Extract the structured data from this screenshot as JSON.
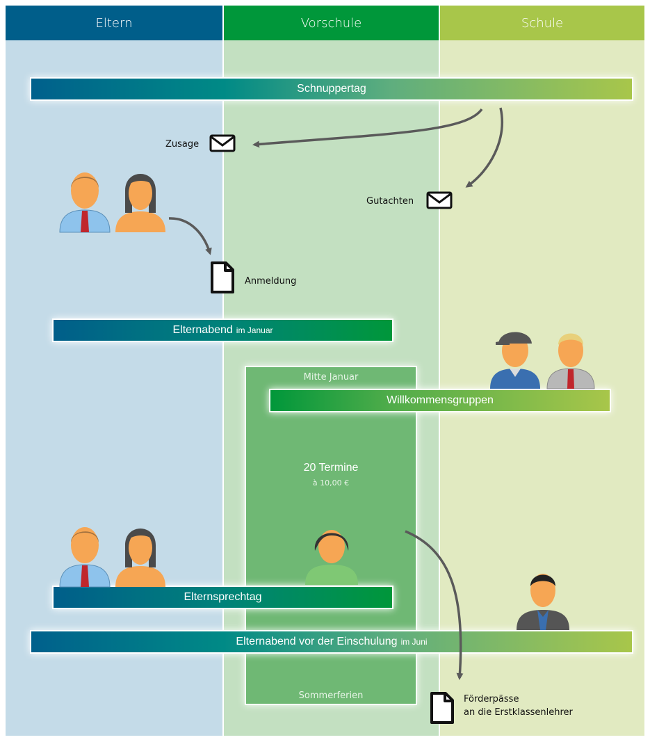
{
  "columns": {
    "eltern": "Eltern",
    "vorschule": "Vorschule",
    "schule": "Schule"
  },
  "bars": {
    "schnuppertag": "Schnuppertag",
    "elternabend": "Elternabend",
    "elternabend_suffix": "im Januar",
    "willkommensgruppen": "Willkommensgruppen",
    "elternsprechtag": "Elternsprechtag",
    "elternabend_einschulung": "Elternabend vor der Einschulung",
    "elternabend_einschulung_suffix": "im Juni"
  },
  "labels": {
    "zusage": "Zusage",
    "gutachten": "Gutachten",
    "anmeldung": "Anmeldung",
    "foerderpaesse": "Förderpässe",
    "foerderpaesse_sub": "an die Erstklassenlehrer"
  },
  "vorschule_box": {
    "top": "Mitte Januar",
    "termine": "20 Termine",
    "preis": "à 10,00 €",
    "bottom": "Sommerferien"
  },
  "colors": {
    "eltern": "#005e8a",
    "vorschule": "#00973a",
    "schule": "#a8c64a"
  },
  "icons": [
    "envelope-icon",
    "document-icon",
    "parents-icon",
    "children-icon",
    "teacher-icon",
    "child-icon"
  ]
}
